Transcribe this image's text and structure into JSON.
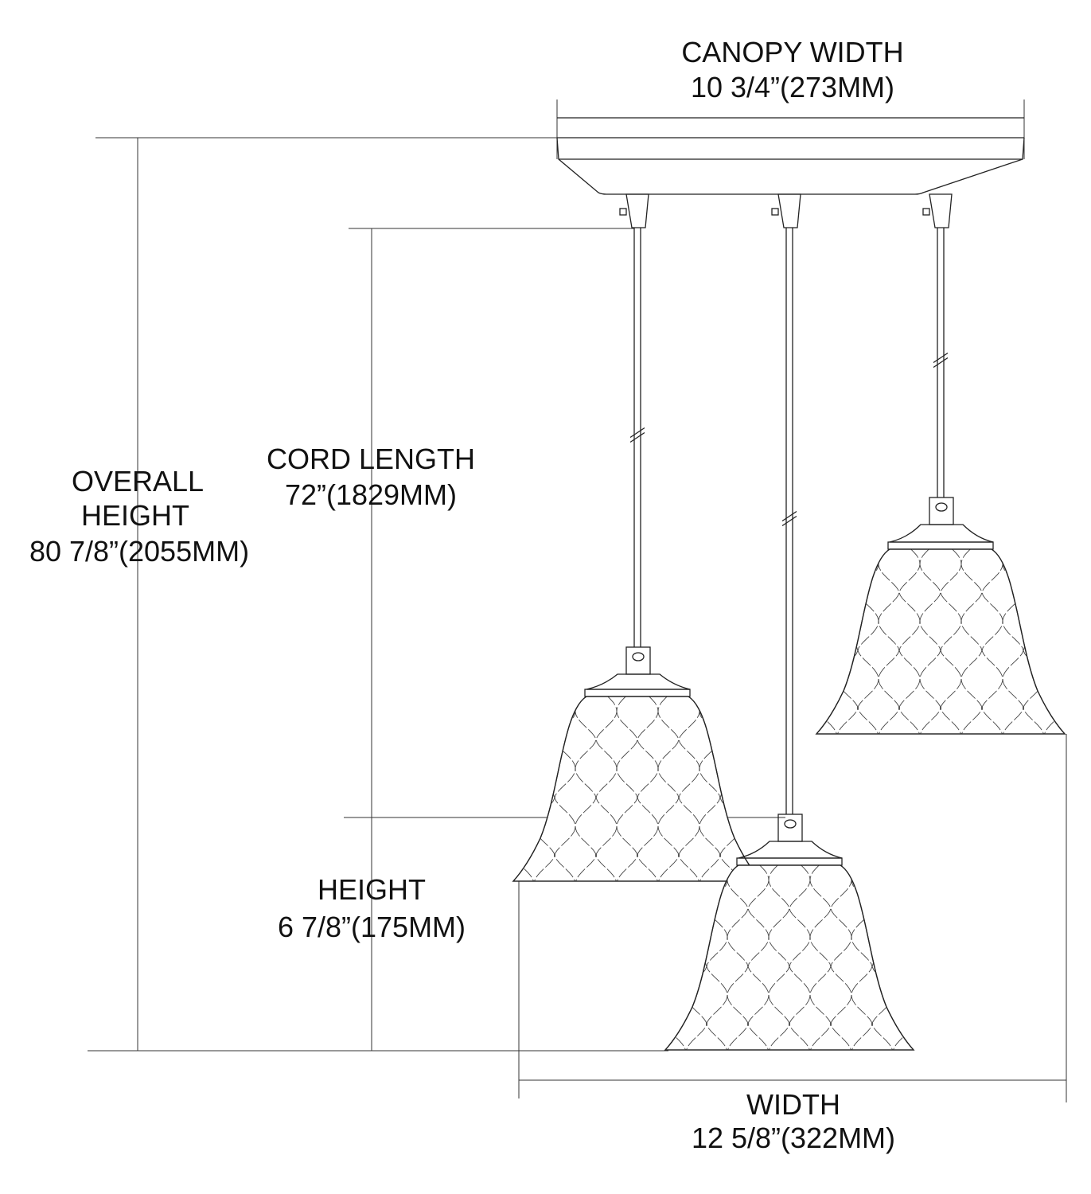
{
  "canopy_width": {
    "title": "CANOPY WIDTH",
    "value": "10 3/4”(273MM)"
  },
  "overall_height": {
    "title_line1": "OVERALL",
    "title_line2": "HEIGHT",
    "value": "80 7/8”(2055MM)"
  },
  "cord_length": {
    "title": "CORD LENGTH",
    "value": "72”(1829MM)"
  },
  "height": {
    "title": "HEIGHT",
    "value": "6 7/8”(175MM)"
  },
  "width": {
    "title": "WIDTH",
    "value": "12 5/8”(322MM)"
  },
  "colors": {
    "line": "#222222",
    "background": "#ffffff"
  }
}
